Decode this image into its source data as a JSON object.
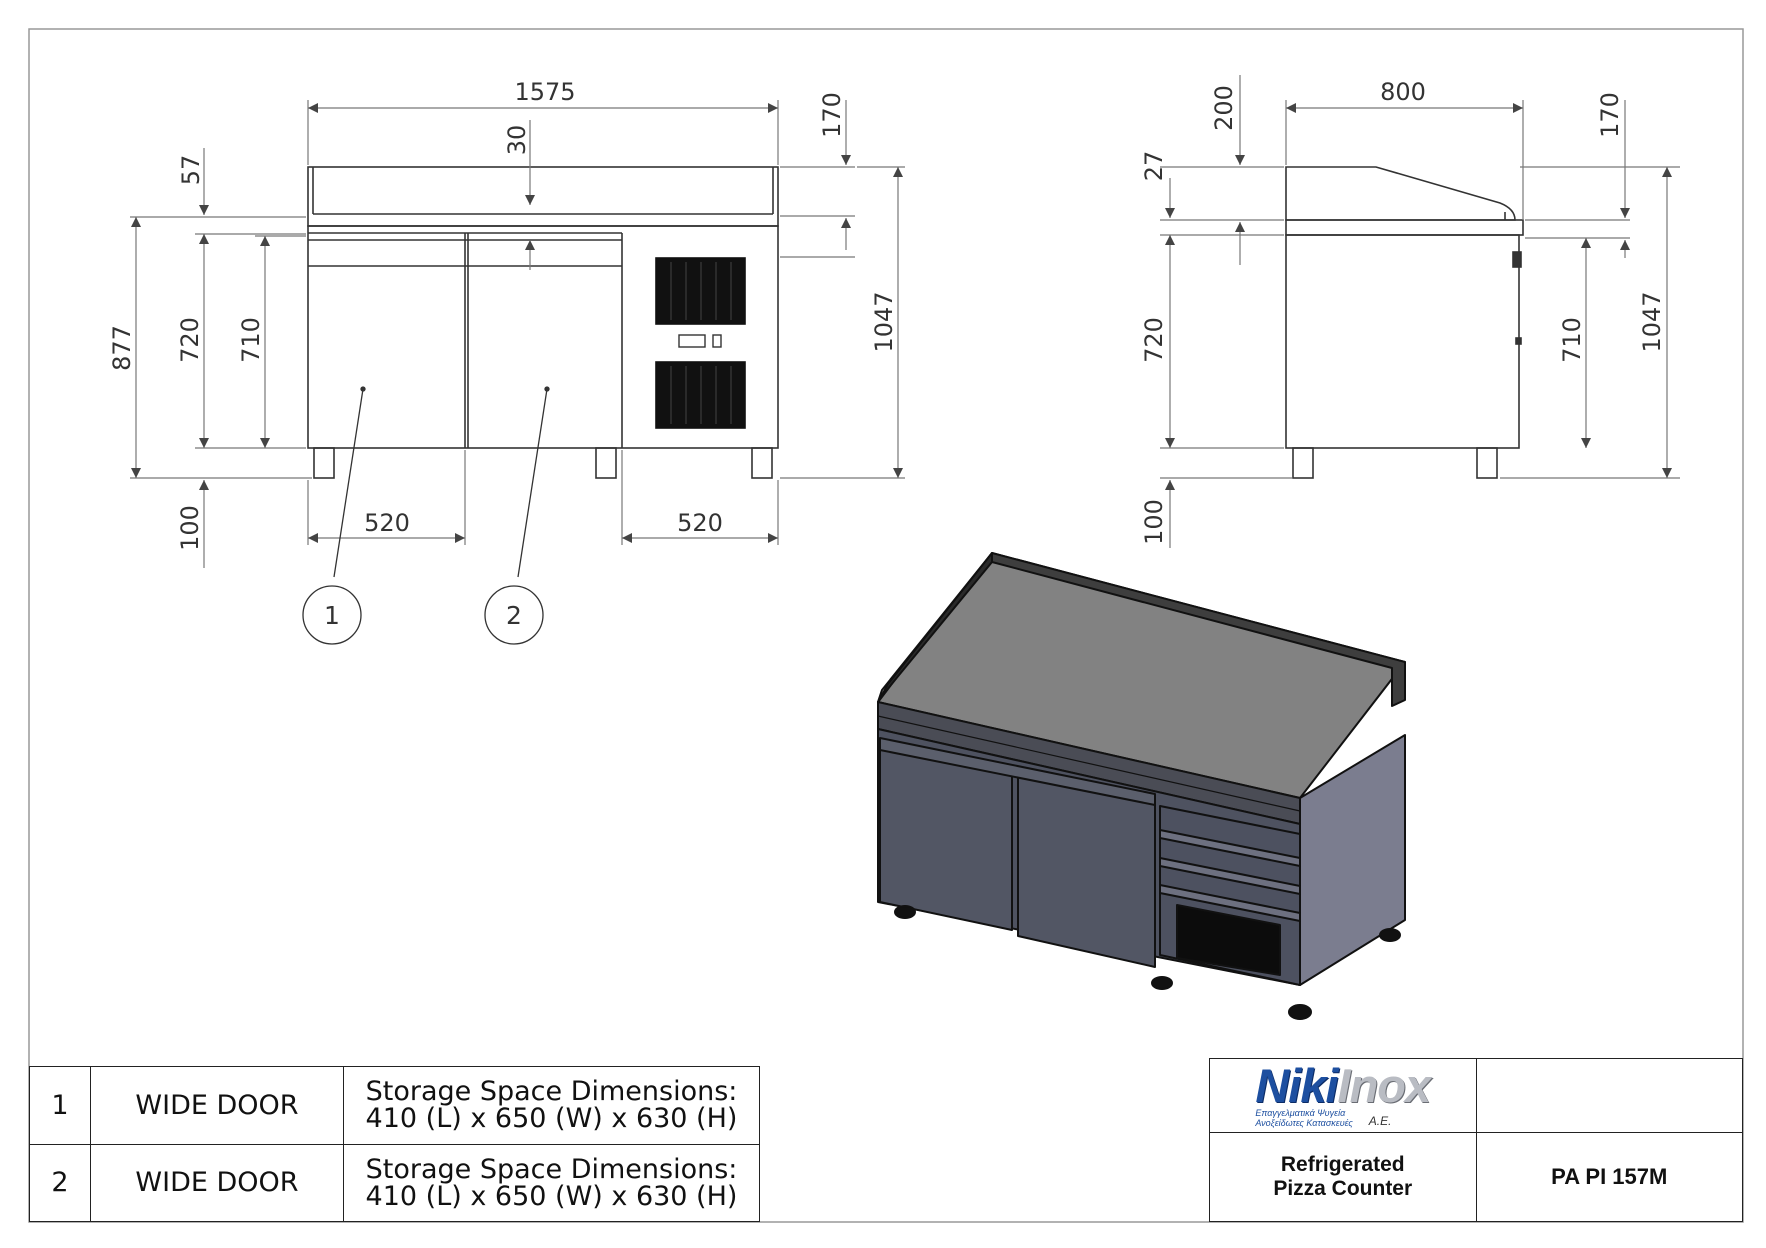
{
  "front_view": {
    "width_total": "1575",
    "top_gap": "30",
    "upstand_right": "170",
    "upstand_left": "57",
    "height_877": "877",
    "height_720": "720",
    "height_710": "710",
    "leg_height": "100",
    "height_total": "1047",
    "door_width": "520",
    "compartment_width": "520"
  },
  "side_view": {
    "depth": "800",
    "height_200": "200",
    "height_170": "170",
    "height_27": "27",
    "height_720": "720",
    "height_710": "710",
    "height_total": "1047",
    "leg_height": "100"
  },
  "callouts": [
    "1",
    "2"
  ],
  "parts": [
    {
      "no": "1",
      "name": "WIDE DOOR",
      "line1": "Storage Space Dimensions:",
      "line2": "410 (L) x 650 (W) x 630 (H)"
    },
    {
      "no": "2",
      "name": "WIDE DOOR",
      "line1": "Storage Space Dimensions:",
      "line2": "410 (L) x 650 (W) x 630 (H)"
    }
  ],
  "title_block": {
    "logo_part1": "Niki",
    "logo_part2": "Inox",
    "logo_sub1": "Επαγγελματικά Ψυγεία",
    "logo_sub2": "Ανοξείδωτες Κατασκευές",
    "logo_suffix": "A.E.",
    "desc_line1": "Refrigerated",
    "desc_line2": "Pizza Counter",
    "model": "PA PI 157M"
  },
  "colors": {
    "brand_blue": "#1d4fa0",
    "line": "#333333"
  }
}
